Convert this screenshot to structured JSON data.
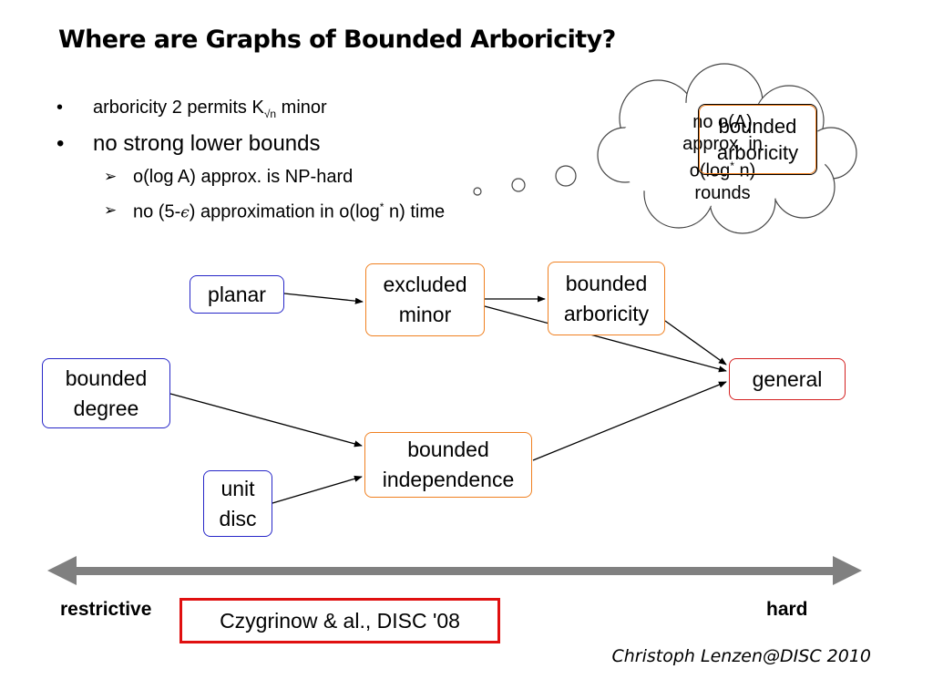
{
  "slide": {
    "title": "Where are Graphs of Bounded Arboricity?",
    "footer": "Christoph Lenzen@DISC 2010"
  },
  "bullets": {
    "b1": {
      "marker": "•",
      "pre": "arboricity 2 permits K",
      "subscript": "√n",
      "post": " minor"
    },
    "b2": {
      "marker": "•",
      "text": "no strong lower bounds"
    },
    "s1": {
      "marker": "➢",
      "text": "o(log A) approx. is NP-hard"
    },
    "s2": {
      "marker": "➢",
      "pre": "no (5-",
      "epsilon": "ϵ",
      "mid": ") approximation in o(log",
      "sup": "*",
      "post": " n) time"
    }
  },
  "thought_cloud": {
    "line1": "no o(A)",
    "line2": "approx. in",
    "line3_pre": "o(log",
    "line3_sup": "*",
    "line3_post": " n)",
    "line4": "rounds",
    "overlay_node": {
      "line1": "bounded",
      "line2": "arboricity"
    }
  },
  "nodes": {
    "planar": "planar",
    "excluded_minor": {
      "line1": "excluded",
      "line2": "minor"
    },
    "bounded_arboricity": {
      "line1": "bounded",
      "line2": "arboricity"
    },
    "general": "general",
    "bounded_degree": {
      "line1": "bounded",
      "line2": "degree"
    },
    "bounded_independence": {
      "line1": "bounded",
      "line2": "independence"
    },
    "unit_disc": {
      "line1": "unit",
      "line2": "disc"
    }
  },
  "scale": {
    "left_label": "restrictive",
    "right_label": "hard",
    "citation": "Czygrinow & al., DISC '08"
  },
  "colors": {
    "blue_border": "#2626c8",
    "orange_border": "#f08020",
    "red_border": "#d42020",
    "scale_arrow": "#808080",
    "citation_border": "#e01010"
  }
}
